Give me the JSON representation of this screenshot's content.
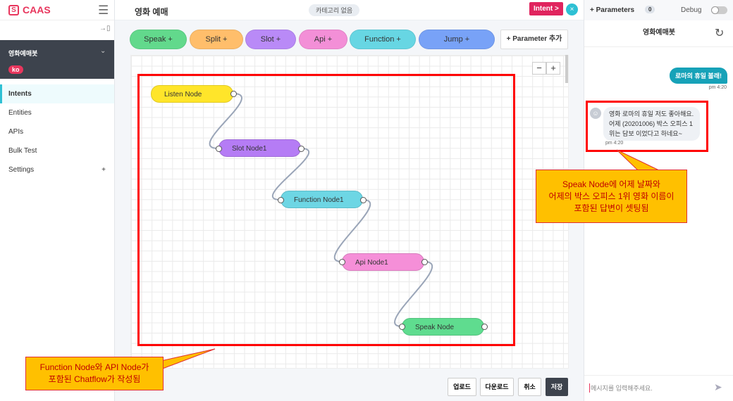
{
  "sidebar": {
    "logo": "CAAS",
    "bot_name": "영화예매봇",
    "lang": "ko",
    "items": [
      {
        "label": "Intents"
      },
      {
        "label": "Entities"
      },
      {
        "label": "APIs"
      },
      {
        "label": "Bulk Test"
      },
      {
        "label": "Settings"
      }
    ],
    "settings_plus": "+"
  },
  "header": {
    "title": "영화 예매",
    "category": "카테고리 없음",
    "intent_button": "Intent >",
    "close": "×"
  },
  "toolbar": {
    "node_buttons": [
      {
        "label": "Speak +",
        "color": "#62d98c"
      },
      {
        "label": "Split +",
        "color": "#ffbe6b"
      },
      {
        "label": "Slot +",
        "color": "#b98af7"
      },
      {
        "label": "Api +",
        "color": "#f38fd7"
      },
      {
        "label": "Function +",
        "color": "#67d6e3"
      },
      {
        "label": "Jump +",
        "color": "#78a2f7"
      }
    ],
    "param_button": "+ Parameter 추가"
  },
  "canvas": {
    "zoom_out": "−",
    "zoom_in": "+",
    "nodes": [
      {
        "label": "Listen Node",
        "color": "#ffe52a"
      },
      {
        "label": "Slot Node1",
        "color": "#b57cf5"
      },
      {
        "label": "Function Node1",
        "color": "#6dd6e4"
      },
      {
        "label": "Api Node1",
        "color": "#f58fd8"
      },
      {
        "label": "Speak Node",
        "color": "#5fdc8f"
      }
    ]
  },
  "footer": {
    "upload": "업로드",
    "download": "다운로드",
    "cancel": "취소",
    "save": "저장"
  },
  "annotations": {
    "left": [
      "Function  Node와 API Node가",
      "포함된 Chatflow가 작성됨"
    ],
    "right": [
      "Speak Node에 어제 날짜와",
      "어제의 박스 오피스 1위 영화 이름이",
      "포함된 답변이 셋팅됨"
    ]
  },
  "right_panel": {
    "parameters": "+ Parameters",
    "param_count": "0",
    "debug": "Debug",
    "bot_title": "영화예매봇",
    "user_msg": "로마의 휴일 볼래!",
    "user_time": "pm 4:20",
    "bot_msg": "영화 로마의 휴일 저도 좋아해요. 어제 (20201006) 박스 오피스 1위는 담보 이었다고 하네요~",
    "bot_time": "pm 4:20",
    "input_placeholder": "메시지를 입력해주세요."
  }
}
